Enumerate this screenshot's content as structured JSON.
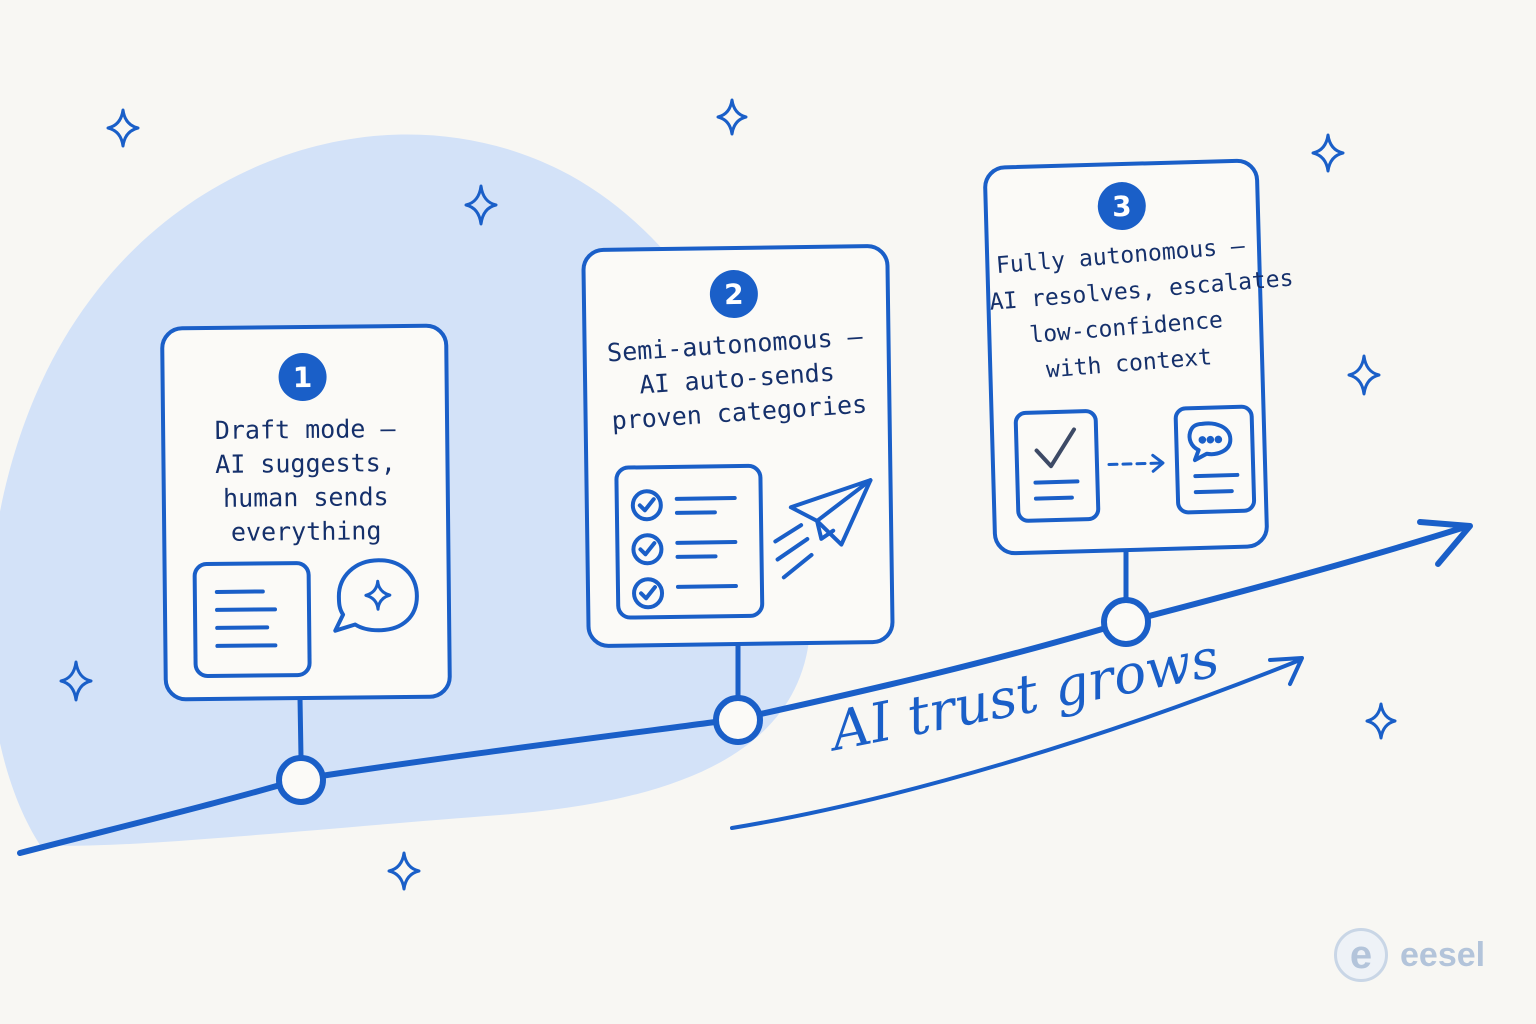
{
  "colors": {
    "accent": "#1a5fc8",
    "text": "#15306b",
    "blob": "#d3e2f8",
    "background": "#f8f7f3",
    "brand_muted": "#b3c4da"
  },
  "stages": [
    {
      "number": "1",
      "lines": [
        "Draft mode —",
        "AI suggests,",
        "human sends",
        "everything"
      ],
      "icons": [
        "document-icon",
        "sparkle-chat-bubble-icon"
      ]
    },
    {
      "number": "2",
      "lines": [
        "Semi-autonomous —",
        "AI auto-sends",
        "proven categories"
      ],
      "icons": [
        "checklist-icon",
        "paper-plane-icon"
      ]
    },
    {
      "number": "3",
      "lines": [
        "Fully autonomous —",
        "AI resolves, escalates",
        "low-confidence",
        "with context"
      ],
      "icons": [
        "checked-document-icon",
        "dashed-arrow-icon",
        "chat-document-icon"
      ]
    }
  ],
  "trust_label": "AI trust grows",
  "brand": {
    "mark": "e",
    "name": "eesel"
  }
}
